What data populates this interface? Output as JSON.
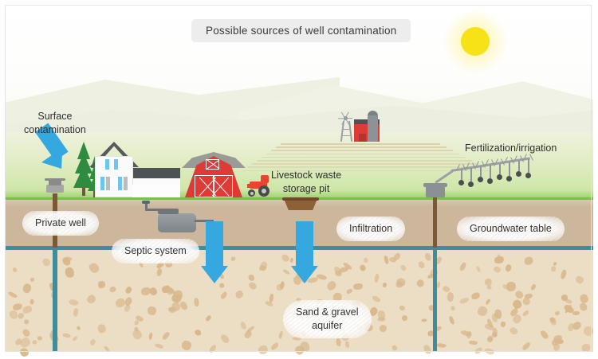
{
  "title": {
    "text": "Possible sources of well contamination"
  },
  "labels": {
    "surface_contamination_l1": "Surface",
    "surface_contamination_l2": "contamination",
    "private_well": "Private well",
    "septic_system": "Septic system",
    "livestock_l1": "Livestock waste",
    "livestock_l2": "storage pit",
    "infiltration": "Infiltration",
    "groundwater_table": "Groundwater table",
    "fertilization": "Fertilization/irrigation",
    "aquifer_l1": "Sand & gravel",
    "aquifer_l2": "aquifer"
  },
  "icons": {
    "sun": "sun-icon",
    "house": "farmhouse-icon",
    "barn": "red-barn-icon",
    "tractor": "tractor-icon",
    "windmill": "windmill-icon",
    "silo": "silo-icon",
    "tree": "conifer-tree-icon",
    "well": "well-head-icon",
    "septic_tank": "septic-tank-icon",
    "waste_pit": "waste-pit-icon",
    "irrigation": "center-pivot-irrigation-icon",
    "arrow_surface": "blue-arrow-diagonal-icon",
    "arrow_septic": "blue-arrow-down-icon",
    "arrow_pit": "blue-arrow-down-icon"
  },
  "colors": {
    "sky": "#fdfdfb",
    "grass": "#cfe6a8",
    "grass_edge": "#77c246",
    "soil": "#cdb79c",
    "water_table": "#3d8d9e",
    "aquifer": "#ecddc5",
    "pebble": "#d8b88c",
    "arrow_blue": "#35a8e0",
    "barn_red": "#de3b36",
    "sun_yellow": "#f7e117",
    "tree_green": "#2f8b3f",
    "title_pill": "#ededed"
  },
  "layers": [
    {
      "name": "sky"
    },
    {
      "name": "hills"
    },
    {
      "name": "grass surface"
    },
    {
      "name": "unsaturated soil"
    },
    {
      "name": "groundwater table"
    },
    {
      "name": "sand & gravel aquifer"
    }
  ]
}
